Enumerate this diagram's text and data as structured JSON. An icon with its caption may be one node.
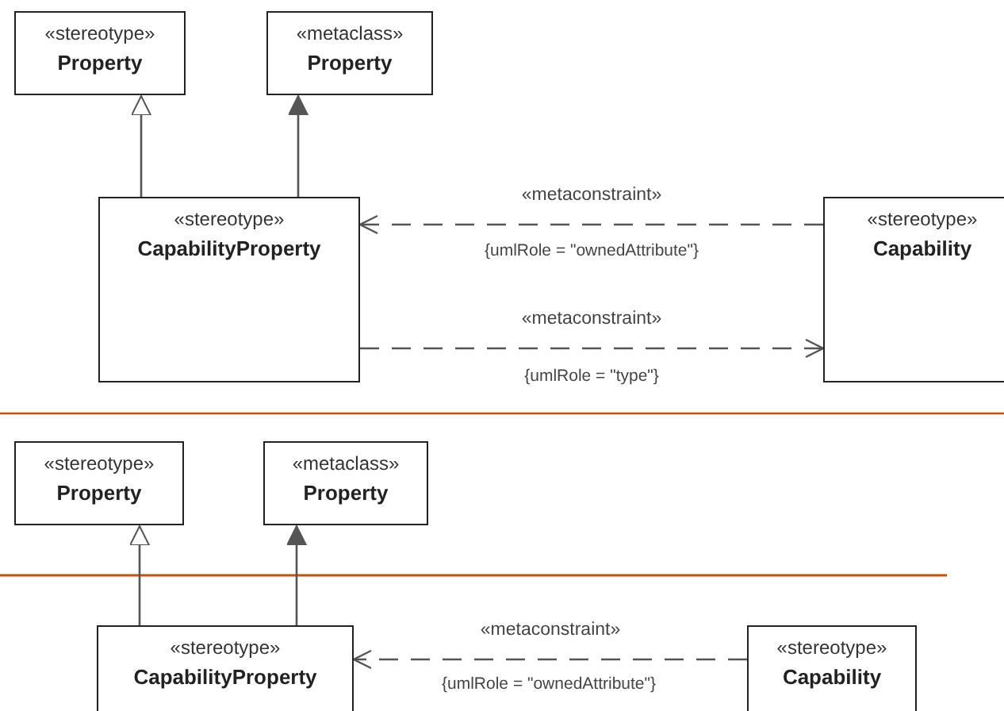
{
  "diagram": {
    "nodes": [
      {
        "text": [
          "«stereotype»",
          "Property"
        ]
      },
      {
        "text": [
          "«metaclass»",
          "Property"
        ]
      },
      {
        "text": [
          "«stereotype»",
          "CapabilityProperty"
        ]
      },
      {
        "text": [
          "«stereotype»",
          "Capability"
        ]
      },
      {
        "text": [
          "«stereotype»",
          "Property"
        ]
      },
      {
        "text": [
          "«metaclass»",
          "Property"
        ]
      },
      {
        "text": [
          "«stereotype»",
          "CapabilityProperty"
        ]
      },
      {
        "text": [
          "«stereotype»",
          "Capability"
        ]
      }
    ],
    "edges": [
      {
        "from": 2,
        "to": 0,
        "arrow": "to"
      },
      {
        "from": 2,
        "to": 1,
        "arrow": "to"
      },
      {
        "from": 3,
        "to": 2,
        "arrow": "to",
        "label": "«metaconstraint»",
        "style": "dashed"
      },
      {
        "from": 2,
        "to": 3,
        "arrow": "to",
        "label": "«metaconstraint»",
        "style": "dashed"
      },
      {
        "from": 6,
        "to": 4,
        "arrow": "to"
      },
      {
        "from": 6,
        "to": 5,
        "arrow": "to"
      },
      {
        "from": 7,
        "to": 6,
        "arrow": "to",
        "label": "«metaconstraint»",
        "style": "dashed"
      }
    ],
    "labels": [
      "{umlRole = \"ownedAttribute\"}",
      "{umlRole = \"type\"}",
      "{umlRole = \"ownedAttribute\"}"
    ]
  }
}
